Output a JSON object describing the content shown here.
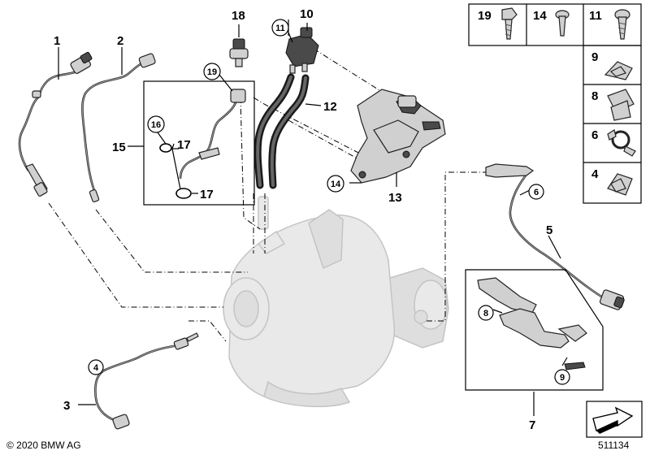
{
  "diagram": {
    "labels": {
      "p1": "1",
      "p2": "2",
      "p3": "3",
      "p4": "4",
      "p5": "5",
      "p6": "6",
      "p7": "7",
      "p8": "8",
      "p9": "9",
      "p10": "10",
      "p11": "11",
      "p12": "12",
      "p13": "13",
      "p14": "14",
      "p15": "15",
      "p16": "16",
      "p17a": "17",
      "p17b": "17",
      "p18": "18",
      "p19": "19"
    },
    "sidebar": [
      {
        "label": "19"
      },
      {
        "label": "14"
      },
      {
        "label": "11"
      },
      {
        "label": "9"
      },
      {
        "label": "8"
      },
      {
        "label": "6"
      },
      {
        "label": "4"
      }
    ],
    "copyright": "© 2020 BMW AG",
    "diagram_number": "511134"
  }
}
